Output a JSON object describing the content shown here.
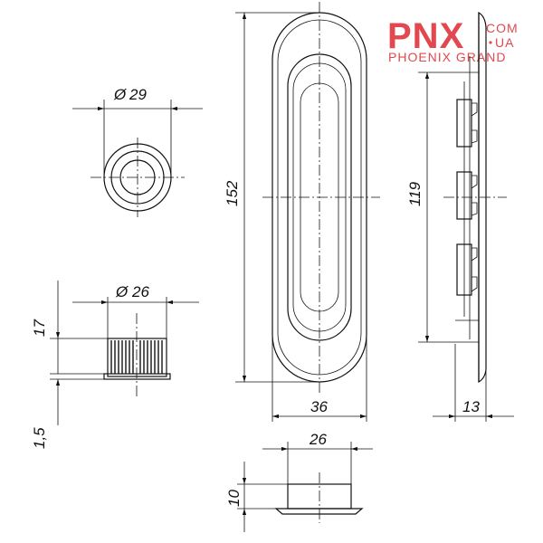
{
  "logo": {
    "brand": "PNX",
    "domain_top": "COM",
    "domain_bottom": "UA",
    "tagline": "PHOENIX GRAND",
    "color": "#e2484f"
  },
  "dimensions": {
    "top_view_diameter": "29",
    "side_view_diameter": "26",
    "side_view_height": "17",
    "side_view_flange": "1,5",
    "front_height": "152",
    "front_width": "36",
    "profile_height": "119",
    "profile_depth": "13",
    "bottom_width": "26",
    "bottom_height": "10"
  },
  "symbols": {
    "diameter": "Ø"
  },
  "colors": {
    "line": "#111111",
    "background": "#ffffff"
  }
}
